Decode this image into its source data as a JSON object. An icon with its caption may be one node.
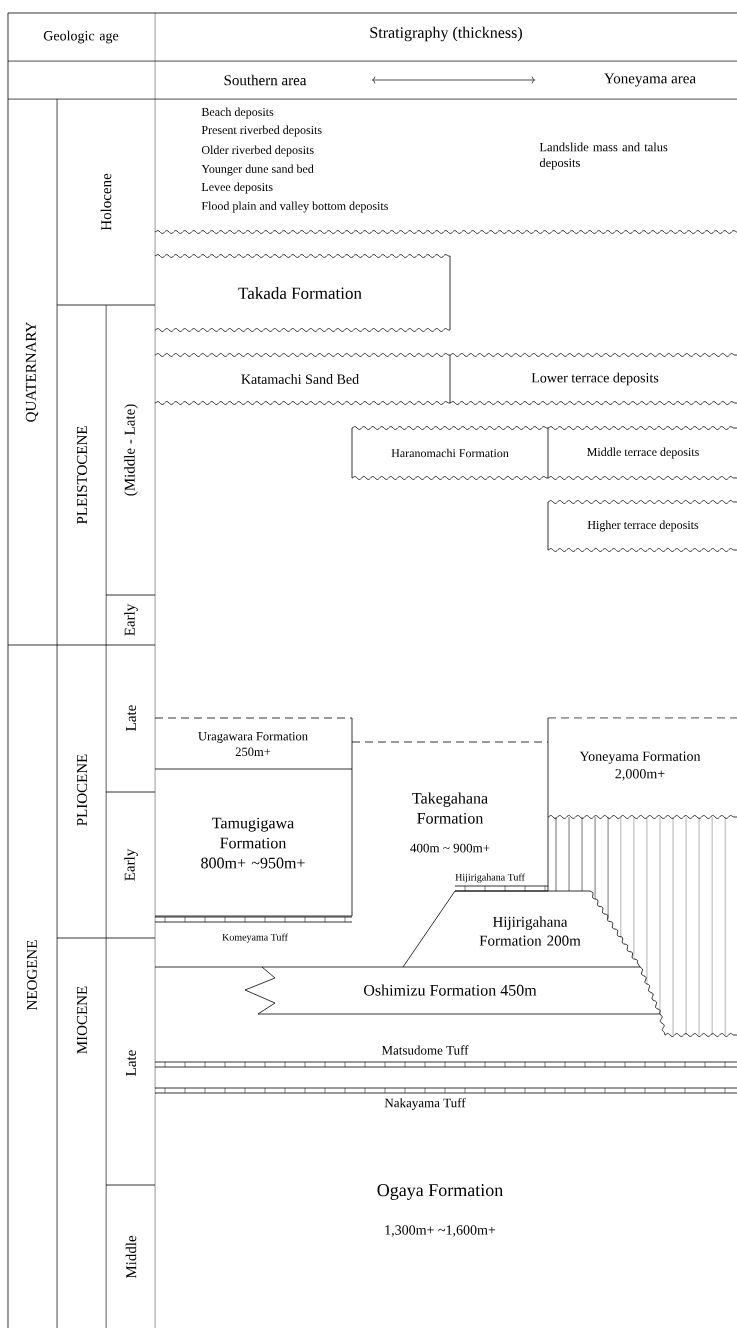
{
  "diagram": {
    "nodes": [
      {
        "text": [
          "Takada Formation"
        ]
      },
      {
        "text": [
          "Katamachi Sand Bed"
        ]
      },
      {
        "text": [
          "Lower terrace deposits"
        ]
      },
      {
        "text": [
          "Haranomachi Formation"
        ]
      },
      {
        "text": [
          "Middle terrace deposits"
        ]
      },
      {
        "text": [
          "Higher terrace deposits"
        ]
      },
      {
        "text": [
          "Uragawara Formation",
          "250m+"
        ]
      },
      {
        "text": [
          "Yoneyama Formation",
          "2,000m+"
        ]
      },
      {
        "text": [
          "Tamugigawa Formation",
          "800m+ ~950m+"
        ]
      },
      {
        "text": [
          "Hijirigahana Formation",
          "200m"
        ]
      },
      {
        "text": [
          "Oshimizu Formation",
          "450m"
        ]
      }
    ],
    "labels": [
      "Geologic age",
      "Stratigraphy (thickness)",
      "Southern area",
      "Yoneyama area",
      "QUATERNARY",
      "Holocene",
      "Beach deposits",
      "Present riverbed deposits",
      "Older riverbed deposits",
      "Younger dune sand bed",
      "Levee deposits",
      "Flood plain and valley bottom deposits",
      "Landslide mass and talus deposits",
      "PLEISTOCENE",
      "(Middle - Late)",
      "Early",
      "NEOGENE",
      "PLIOCENE",
      "Late",
      "Early",
      "Takegahana Formation",
      "400m ~ 900m+",
      "Hijirigahana Tuff",
      "Komeyama Tuff",
      "MIOCENE",
      "Late",
      "Matsudome Tuff",
      "Nakayama Tuff",
      "Middle",
      "Ogaya Formation",
      "1,300m+ ~1,600m+"
    ]
  }
}
